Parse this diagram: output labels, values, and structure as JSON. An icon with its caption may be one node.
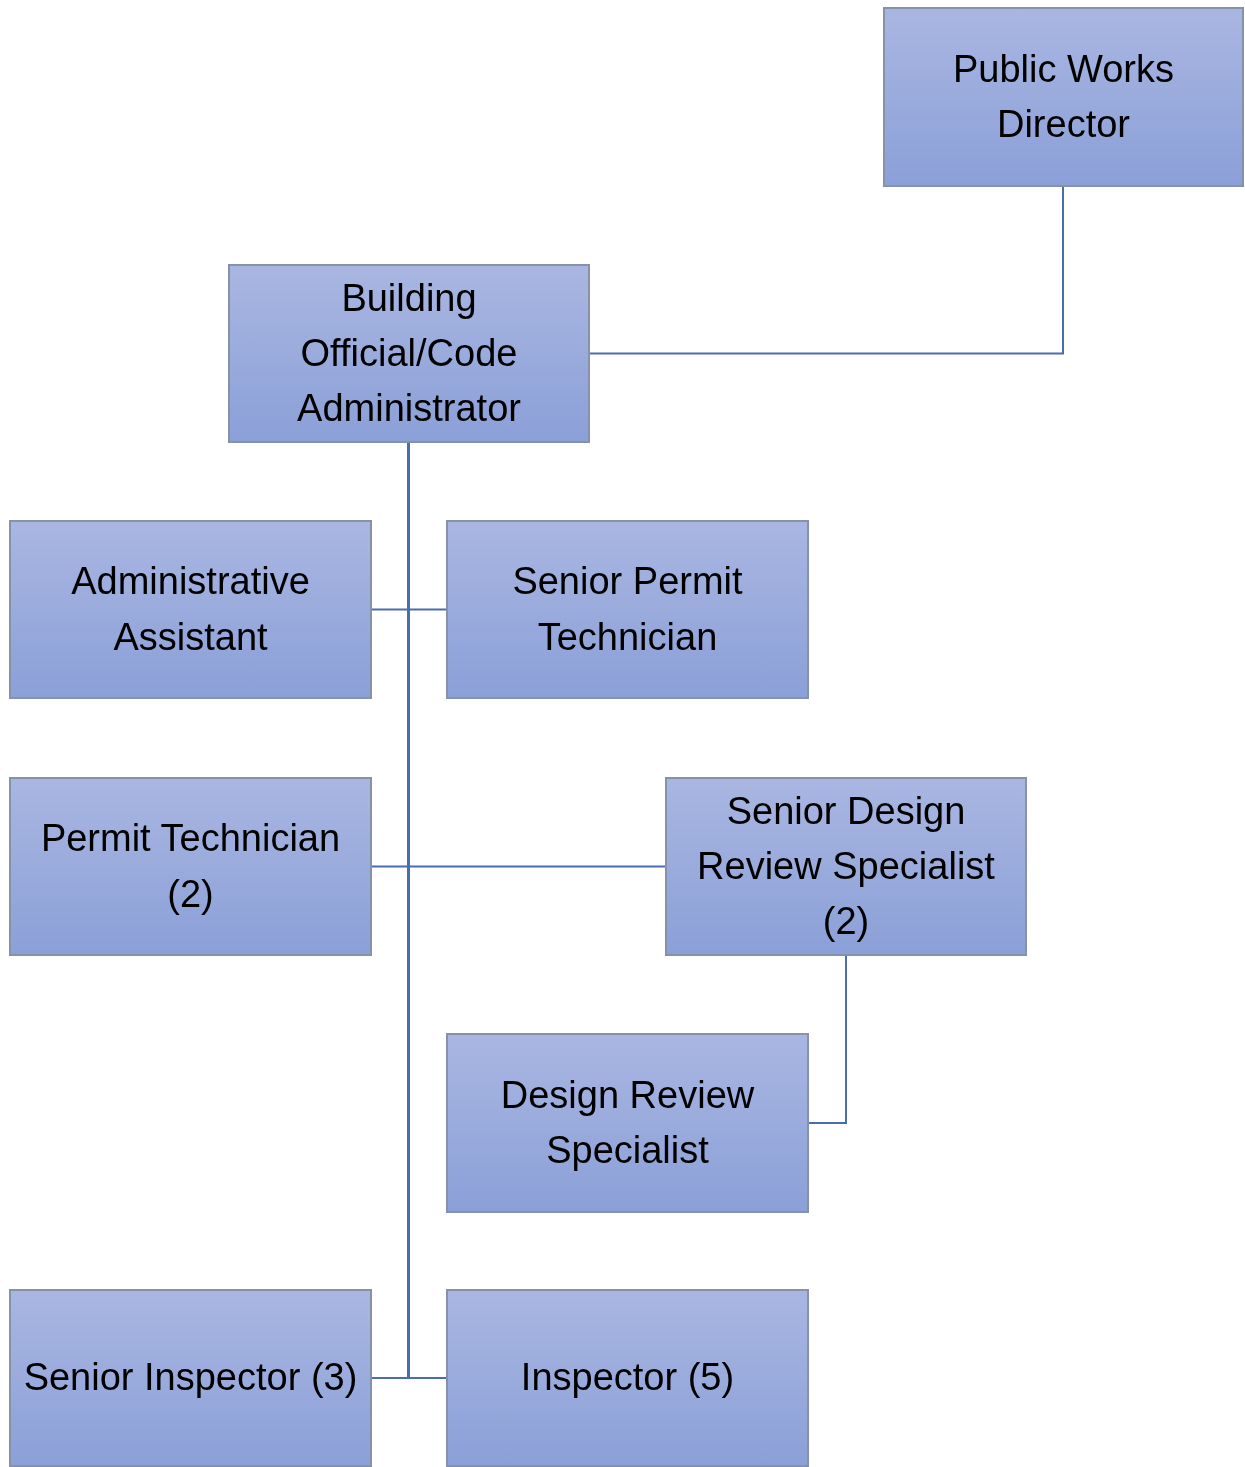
{
  "diagram": {
    "nodes": [
      {
        "text": [
          "Public Works Director"
        ]
      },
      {
        "text": [
          "Building Official/Code Administrator"
        ]
      },
      {
        "text": [
          "Administrative Assistant"
        ]
      },
      {
        "text": [
          "Senior Permit Technician"
        ]
      },
      {
        "text": [
          "Permit Technician (2)"
        ]
      },
      {
        "text": [
          "Senior Design Review Specialist (2)"
        ]
      },
      {
        "text": [
          "Design Review Specialist"
        ]
      },
      {
        "text": [
          "Senior Inspector (3)"
        ]
      },
      {
        "text": [
          "Inspector (5)"
        ]
      }
    ],
    "edges": [
      {
        "from": 0,
        "to": 1,
        "arrow": "none"
      },
      {
        "from": 1,
        "to": 2,
        "arrow": "none"
      },
      {
        "from": 1,
        "to": 3,
        "arrow": "none"
      },
      {
        "from": 1,
        "to": 4,
        "arrow": "none"
      },
      {
        "from": 1,
        "to": 5,
        "arrow": "none"
      },
      {
        "from": 1,
        "to": 7,
        "arrow": "none"
      },
      {
        "from": 1,
        "to": 8,
        "arrow": "none"
      },
      {
        "from": 5,
        "to": 6,
        "arrow": "none"
      }
    ]
  }
}
